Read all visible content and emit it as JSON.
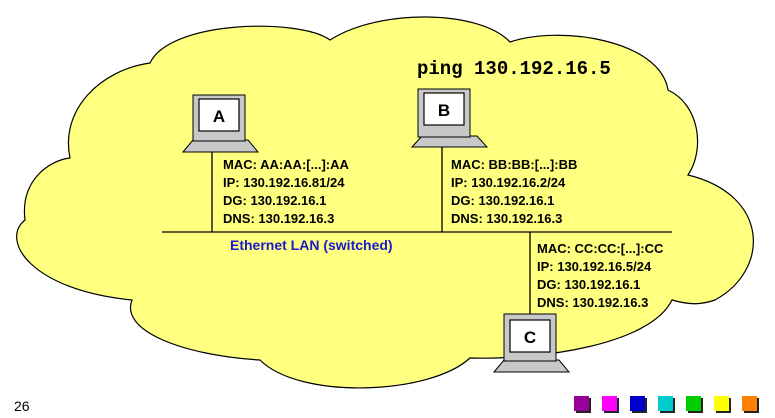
{
  "ping_command": "ping 130.192.16.5",
  "lan_label": "Ethernet LAN (switched)",
  "page_number": "26",
  "hosts": [
    {
      "label": "A",
      "mac": "MAC: AA:AA:[...]:AA",
      "ip": "IP: 130.192.16.81/24",
      "dg": "DG: 130.192.16.1",
      "dns": "DNS: 130.192.16.3"
    },
    {
      "label": "B",
      "mac": "MAC: BB:BB:[...]:BB",
      "ip": "IP: 130.192.16.2/24",
      "dg": "DG: 130.192.16.1",
      "dns": "DNS: 130.192.16.3"
    },
    {
      "label": "C",
      "mac": "MAC: CC:CC:[...]:CC",
      "ip": "IP: 130.192.16.5/24",
      "dg": "DG: 130.192.16.1",
      "dns": "DNS: 130.192.16.3"
    }
  ],
  "colors": {
    "cloud": "#ffff80",
    "lan_label": "#1a1acc",
    "nav_squares": [
      "#990099",
      "#ff00ff",
      "#0000cc",
      "#00cccc",
      "#00cc00",
      "#ffff00",
      "#ff8000"
    ]
  }
}
